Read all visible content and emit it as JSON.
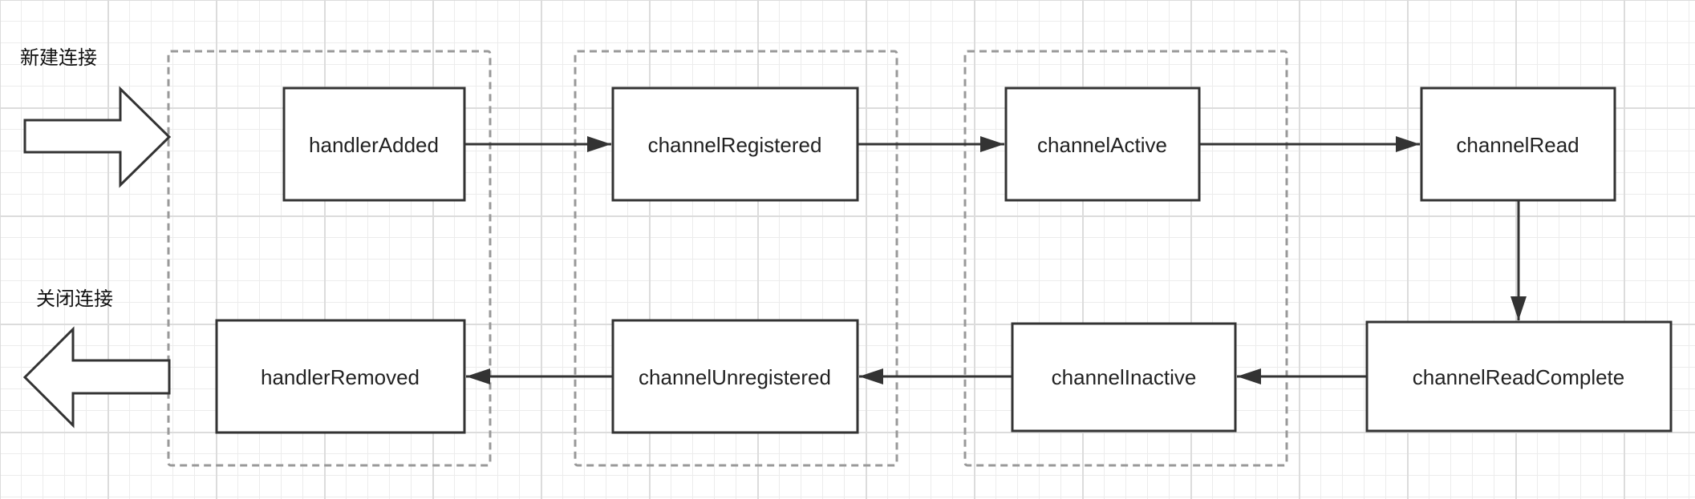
{
  "labels": {
    "new_connection": "新建连接",
    "close_connection": "关闭连接"
  },
  "nodes": {
    "handler_added": "handlerAdded",
    "channel_registered": "channelRegistered",
    "channel_active": "channelActive",
    "channel_read": "channelRead",
    "channel_read_complete": "channelReadComplete",
    "channel_inactive": "channelInactive",
    "channel_unregistered": "channelUnregistered",
    "handler_removed": "handlerRemoved"
  },
  "colors": {
    "stroke": "#333333",
    "group_border": "#999999",
    "grid_major": "#dcdcdc",
    "grid_minor": "#ececec"
  }
}
